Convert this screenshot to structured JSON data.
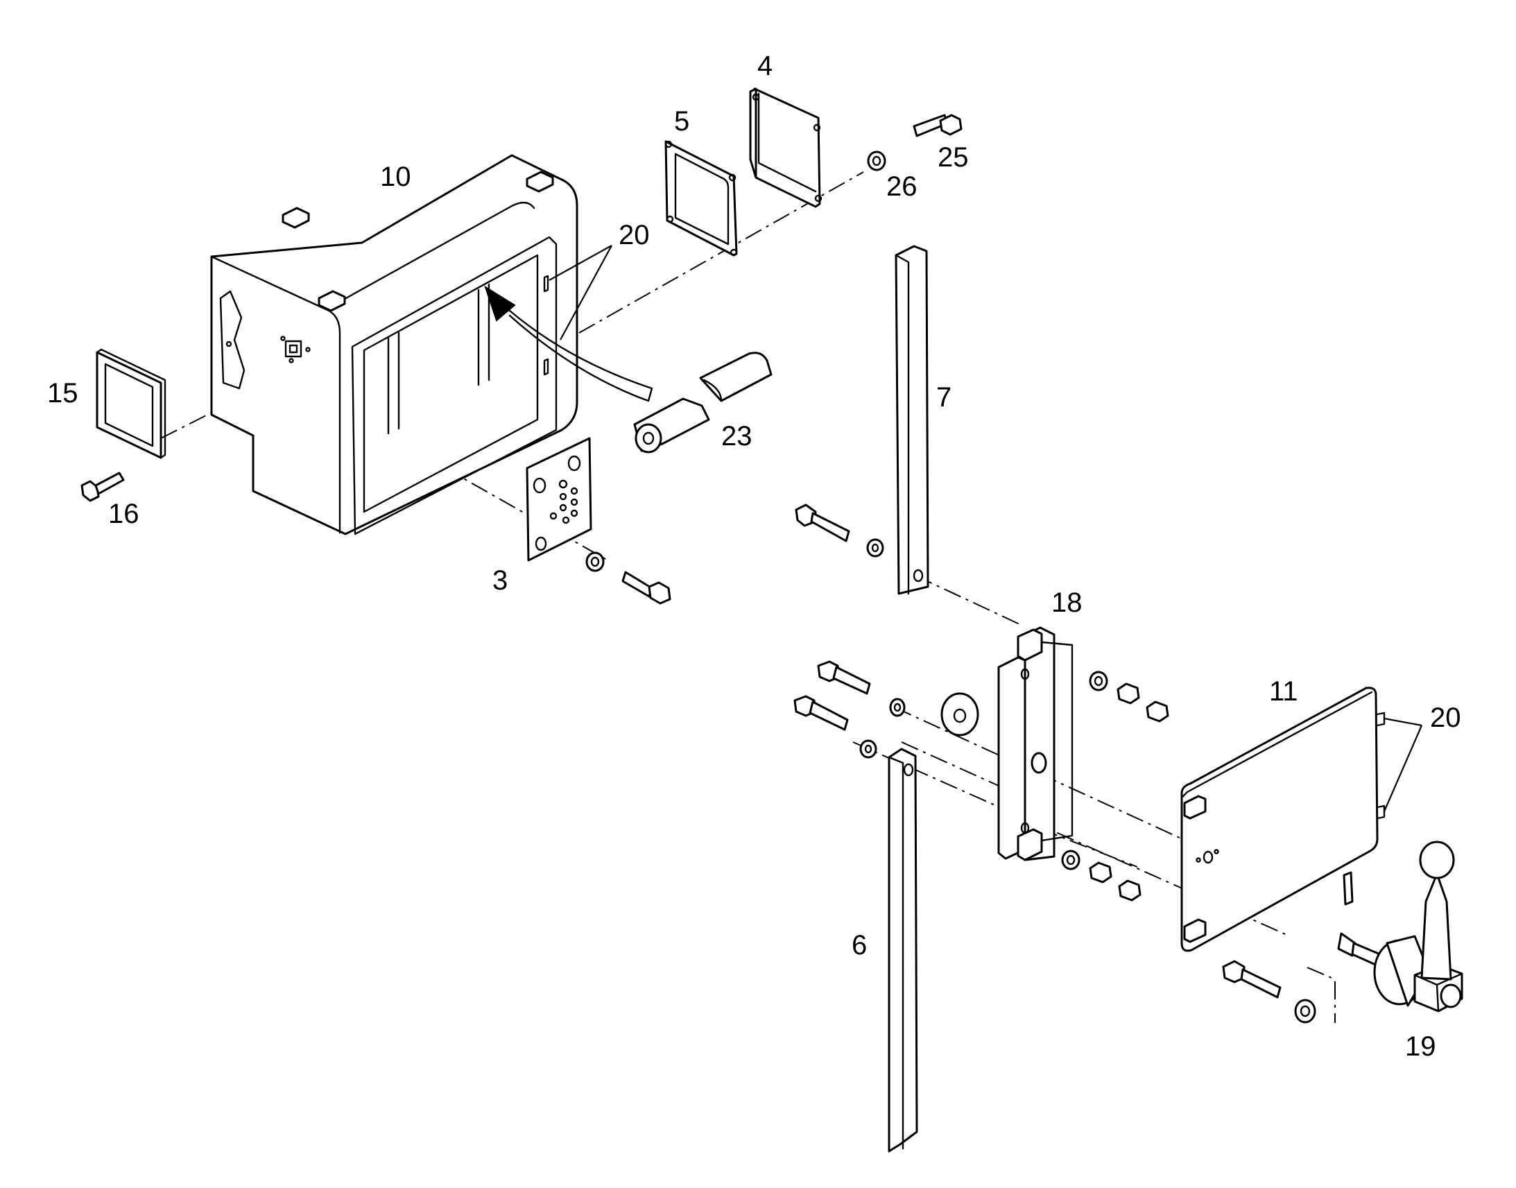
{
  "diagram": {
    "line_color": "#000000",
    "background": "#ffffff",
    "callouts": {
      "p3": "3",
      "p4": "4",
      "p5": "5",
      "p6": "6",
      "p7": "7",
      "p10": "10",
      "p11": "11",
      "p15": "15",
      "p16": "16",
      "p18": "18",
      "p19": "19",
      "p20a": "20",
      "p20b": "20",
      "p23": "23",
      "p25": "25",
      "p26": "26"
    }
  }
}
